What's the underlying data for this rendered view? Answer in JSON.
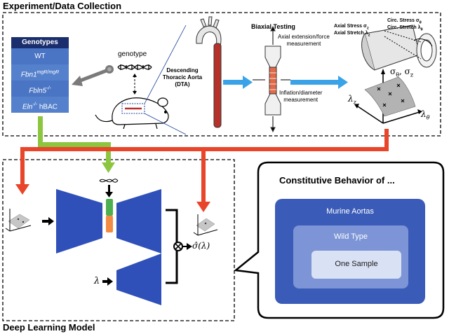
{
  "sections": {
    "experiment_title": "Experiment/Data Collection",
    "deep_learning_title": "Deep Learning Model"
  },
  "genotypes": {
    "header": "Genotypes",
    "rows": [
      {
        "base": "WT",
        "sup": ""
      },
      {
        "base": "Fbn1",
        "sup": "mgR/mgR"
      },
      {
        "base": "Fbln5",
        "sup": "-/-"
      },
      {
        "base": "Eln",
        "sup": "-/-",
        "suffix": " hBAC"
      }
    ]
  },
  "labels": {
    "genotype": "genotype",
    "dta_line1": "Descending",
    "dta_line2": "Thoracic Aorta",
    "dta_line3": "(DTA)",
    "biaxial_testing": "Biaxial Testing",
    "axial_line1": "Axial extension/force",
    "axial_line2": "measurement",
    "inflation_line1": "Inflation/diameter",
    "inflation_line2": "measurement",
    "axial_stress": "Axial Stress σ",
    "axial_stress_sub": "z",
    "axial_stretch": "Axial Stretch λ",
    "axial_stretch_sub": "z",
    "circ_stress": "Circ. Stress σ",
    "circ_stress_sub": "θ",
    "circ_stretch": "Circ. Stretch λ",
    "circ_stretch_sub": "θ",
    "sigma_axis": "σ",
    "sigma_axis_sub1": "θ",
    "sigma_axis_sep": ", σ",
    "sigma_axis_sub2": "z",
    "lambda_z": "λ",
    "lambda_z_sub": "z",
    "lambda_theta": "λ",
    "lambda_theta_sub": "θ",
    "lambda_input": "λ",
    "output": "σ̂(λ)"
  },
  "bubble": {
    "title": "Constitutive Behavior of ...",
    "levels": [
      "Murine Aortas",
      "Wild Type",
      "One Sample"
    ]
  },
  "colors": {
    "navy": "#1a2e6e",
    "blue": "#4a74c4",
    "trap_blue": "#2f50b8",
    "green_arrow": "#8cc63f",
    "red_arrow": "#e8452a",
    "cyan_arrow": "#3aa3e8",
    "aorta_red": "#b5312a",
    "bubble_outer": "#3a5cb8",
    "bubble_mid": "#7d95d6",
    "bubble_inner": "#d9e1f4"
  }
}
